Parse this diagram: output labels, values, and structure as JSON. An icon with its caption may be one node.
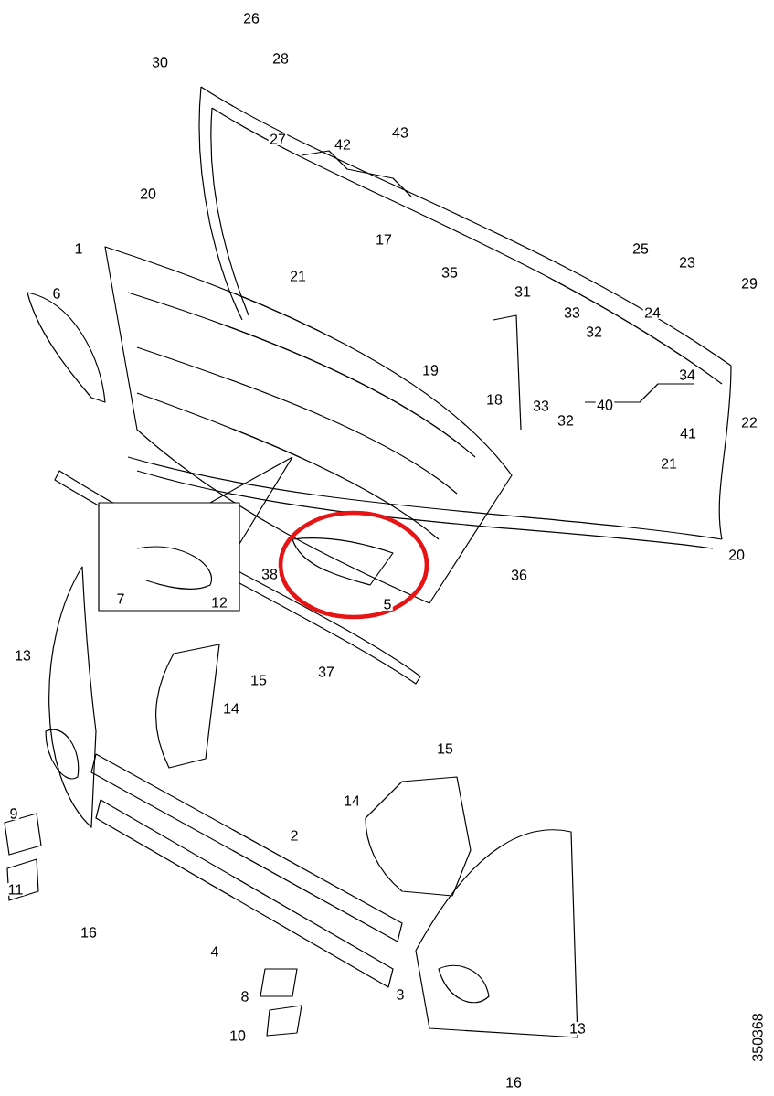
{
  "diagram": {
    "labels": [
      "26",
      "30",
      "28",
      "43",
      "27",
      "42",
      "20",
      "17",
      "1",
      "25",
      "23",
      "21",
      "35",
      "29",
      "6",
      "31",
      "33",
      "24",
      "32",
      "19",
      "34",
      "18",
      "33",
      "40",
      "32",
      "22",
      "41",
      "21",
      "20",
      "38",
      "36",
      "7",
      "12",
      "5",
      "13",
      "37",
      "15",
      "14",
      "15",
      "14",
      "9",
      "2",
      "11",
      "16",
      "4",
      "8",
      "3",
      "10",
      "13",
      "16",
      "350368"
    ]
  }
}
